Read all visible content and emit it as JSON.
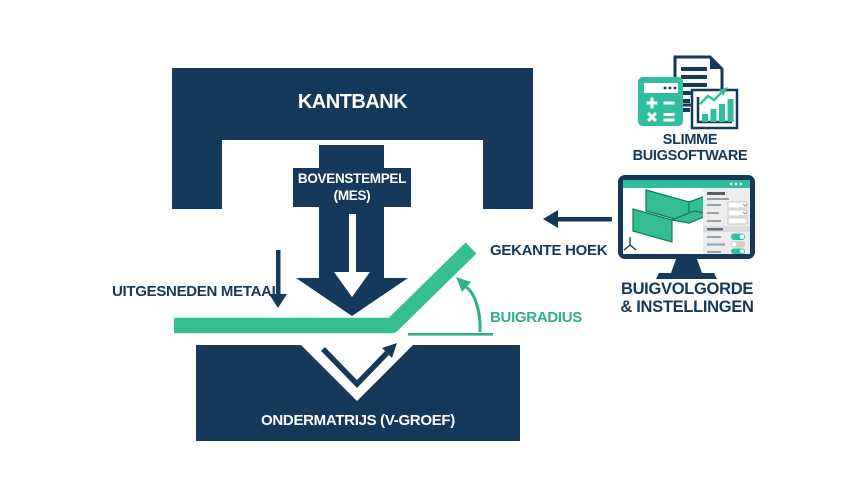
{
  "colors": {
    "navy": "#14395B",
    "sheet_green": "#35BE92",
    "software_teal": "#2FBFA0",
    "radius_teal": "#2FAD8C",
    "panel_gray": "#EDEDED",
    "background": "#FFFFFF"
  },
  "machine": {
    "name": "KANTBANK",
    "punch": [
      "BOVENSTEMPEL",
      "(MES)"
    ],
    "die": "ONDERMATRIJS (V-GROEF)"
  },
  "annotations": {
    "sheet": "UITGESNEDEN METAAL",
    "bent_corner": "GEKANTE HOEK",
    "bend_radius": "BUIGRADIUS"
  },
  "software": {
    "icon_title": [
      "SLIMME",
      "BUIGSOFTWARE"
    ],
    "monitor_caption": [
      "BUIGVOLGORDE",
      "& INSTELLINGEN"
    ]
  },
  "icons": [
    "press-brake-frame-icon",
    "punch-arrow-icon",
    "down-arrow-icon",
    "bent-sheet-icon",
    "bend-radius-arc-arrow-icon",
    "v-groove-die-icon",
    "v-bounce-arrow-icon",
    "calculator-icon",
    "document-icon",
    "chart-document-icon",
    "monitor-icon",
    "cad-model-icon",
    "axis-triad-icon",
    "left-arrow-icon"
  ]
}
